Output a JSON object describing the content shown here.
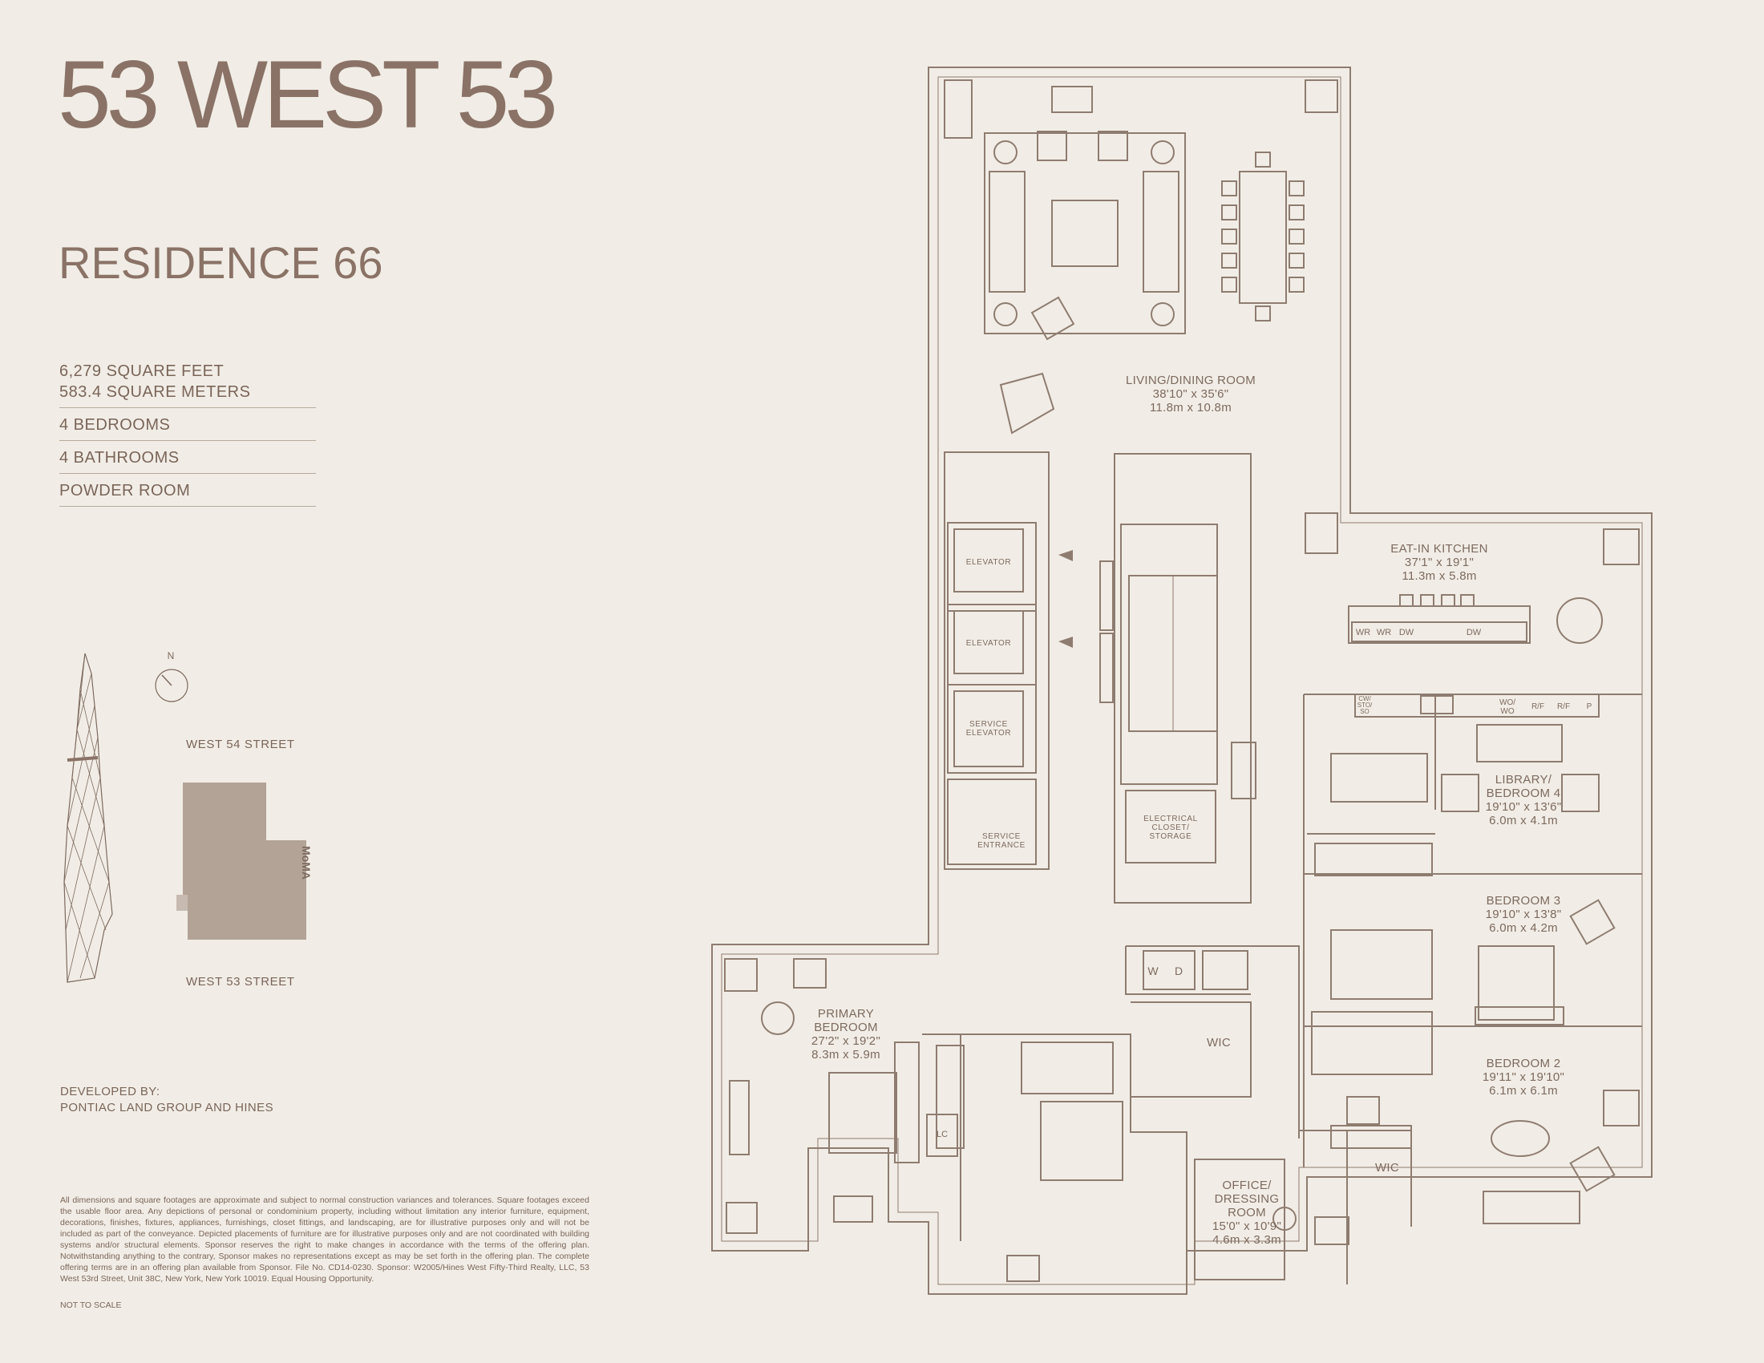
{
  "brand": "53 WEST 53",
  "residence": "RESIDENCE 66",
  "stats": {
    "sqft": "6,279 SQUARE FEET",
    "sqm": "583.4 SQUARE METERS",
    "bedrooms": "4 BEDROOMS",
    "bathrooms": "4 BATHROOMS",
    "powder": "POWDER ROOM"
  },
  "site": {
    "north": "N",
    "street_top": "WEST 54 STREET",
    "street_bottom": "WEST 53 STREET",
    "moma": "MoMA"
  },
  "developer": {
    "label": "DEVELOPED BY:",
    "name": "PONTIAC LAND GROUP AND HINES"
  },
  "disclaimer": "All dimensions and square footages are approximate and subject to normal construction variances and tolerances. Square footages exceed the usable floor area. Any depictions of personal or condominium property, including without limitation any interior furniture, equipment, decorations, finishes, fixtures, appliances, furnishings, closet fittings, and landscaping, are for illustrative purposes only and will not be included as part of the conveyance. Depicted placements of furniture are for illustrative purposes only and are not coordinated with building systems and/or structural elements. Sponsor reserves the right to make changes in accordance with the terms of the offering plan. Notwithstanding anything to the contrary, Sponsor makes no representations except as may be set forth in the offering plan. The complete offering terms are in an offering plan available from Sponsor. File No. CD14-0230. Sponsor: W2005/Hines West Fifty-Third Realty, LLC, 53 West 53rd Street, Unit 38C, New York, New York 10019. Equal Housing Opportunity.",
  "not_to_scale": "NOT TO SCALE",
  "rooms": {
    "living": {
      "name": "LIVING/DINING ROOM",
      "imperial": "38'10\" x 35'6\"",
      "metric": "11.8m x 10.8m"
    },
    "kitchen": {
      "name": "EAT-IN KITCHEN",
      "imperial": "37'1\" x 19'1\"",
      "metric": "11.3m x 5.8m"
    },
    "library": {
      "name1": "LIBRARY/",
      "name2": "BEDROOM 4",
      "imperial": "19'10\" x 13'6\"",
      "metric": "6.0m x 4.1m"
    },
    "bed3": {
      "name": "BEDROOM 3",
      "imperial": "19'10\" x 13'8\"",
      "metric": "6.0m x 4.2m"
    },
    "bed2": {
      "name": "BEDROOM 2",
      "imperial": "19'11\" x 19'10\"",
      "metric": "6.1m x 6.1m"
    },
    "primary": {
      "name1": "PRIMARY",
      "name2": "BEDROOM",
      "imperial": "27'2\" x 19'2\"",
      "metric": "8.3m x 5.9m"
    },
    "office": {
      "name1": "OFFICE/",
      "name2": "DRESSING",
      "name3": "ROOM",
      "imperial": "15'0\" x 10'9\"",
      "metric": "4.6m x 3.3m"
    },
    "wic": "WIC",
    "elevator": "ELEVATOR",
    "service_elevator1": "SERVICE",
    "service_elevator2": "ELEVATOR",
    "service_entrance1": "SERVICE",
    "service_entrance2": "ENTRANCE",
    "electrical1": "ELECTRICAL",
    "electrical2": "CLOSET/",
    "electrical3": "STORAGE",
    "lc": "LC",
    "w": "W",
    "d": "D"
  },
  "appliances": {
    "wr": "WR",
    "dw": "DW",
    "cw1": "CW/",
    "cw2": "STO/",
    "cw3": "SO",
    "wo1": "WO/",
    "wo2": "WO",
    "rf": "R/F",
    "p": "P"
  }
}
